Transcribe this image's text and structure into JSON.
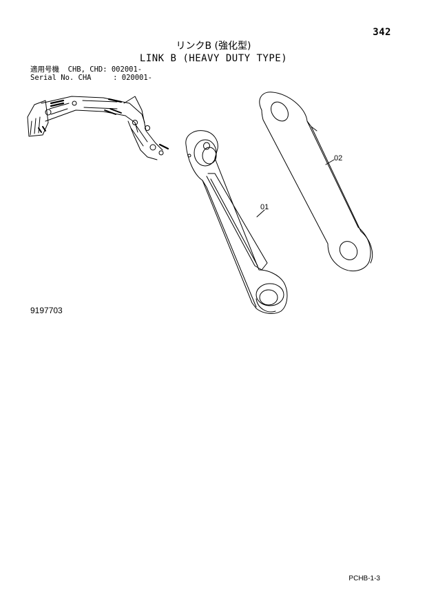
{
  "header": {
    "page_number": "342",
    "title_jp": "リンクB (強化型)",
    "title_en": "LINK B (HEAVY DUTY TYPE)"
  },
  "applicability": {
    "line1": "適用号機  CHB, CHD: 002001-",
    "line2": "Serial No. CHA     : 020001-"
  },
  "parts": [
    {
      "callout": "01"
    },
    {
      "callout": "02"
    }
  ],
  "drawing_number": "9197703",
  "footer": {
    "page_code": "PCHB-1-3"
  }
}
